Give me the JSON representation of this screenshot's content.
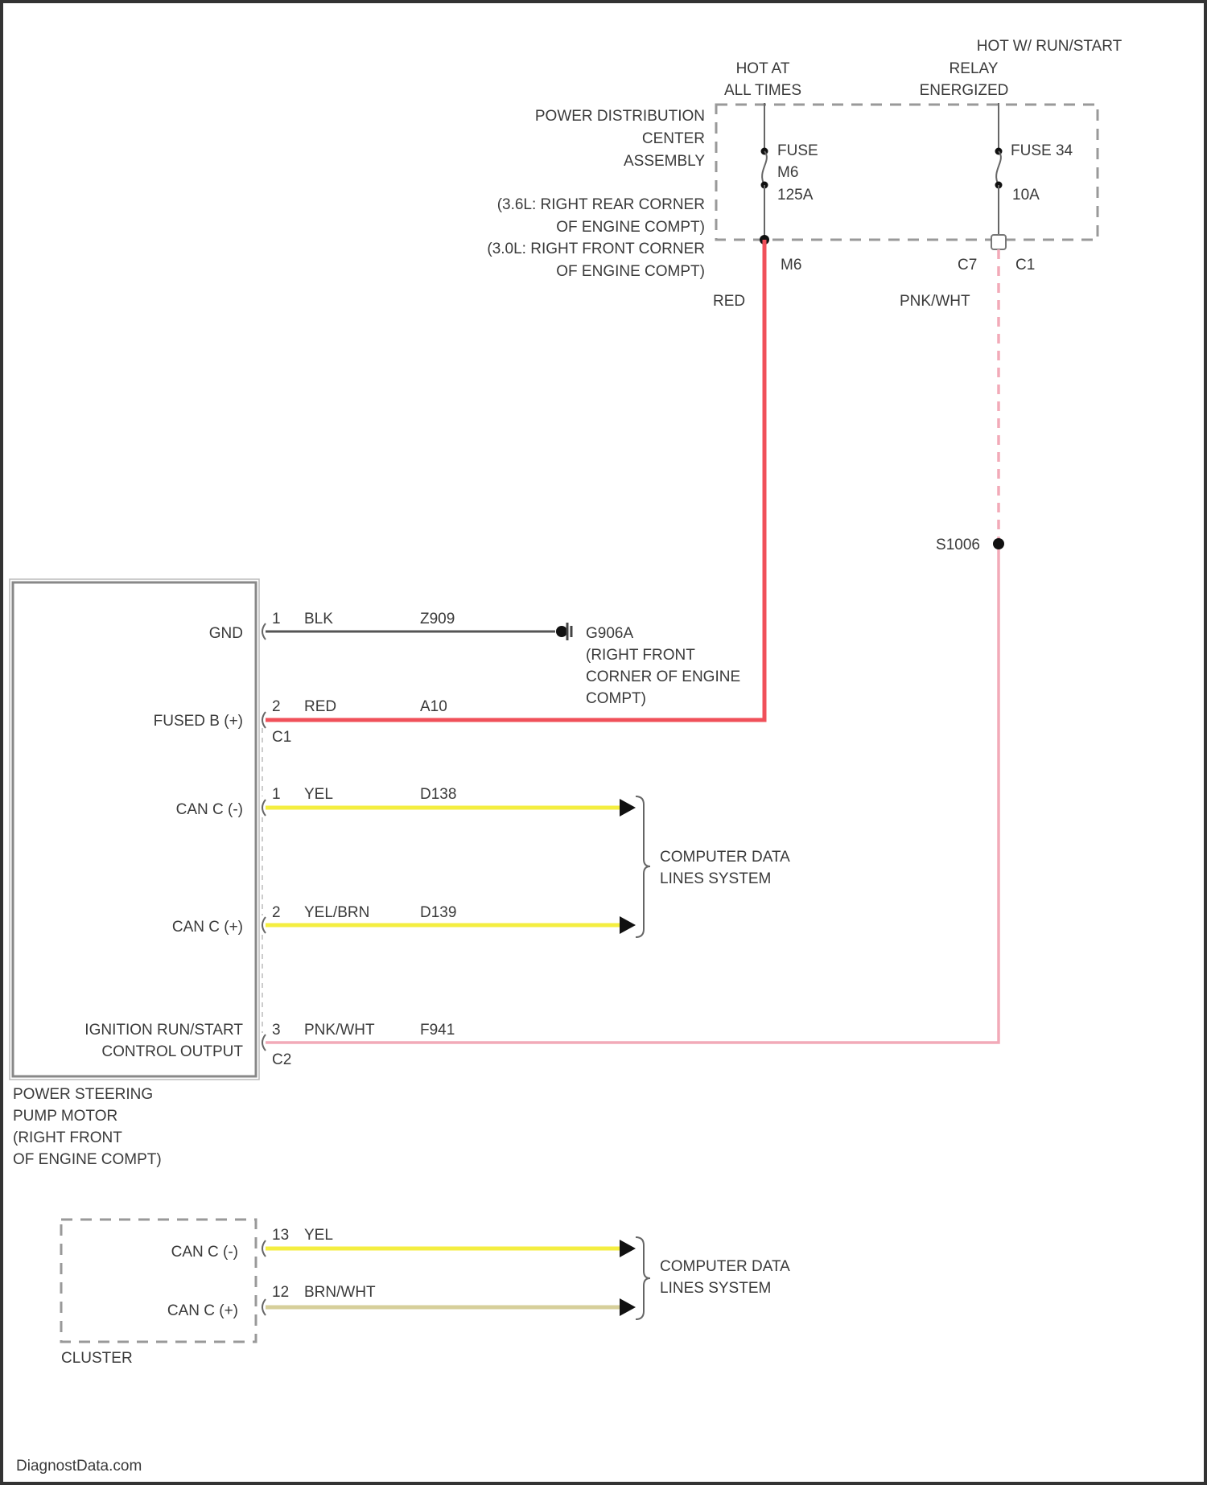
{
  "source_credit": "DiagnostData.com",
  "colors": {
    "red_wire": "#f0505a",
    "pink_wire": "#f2aab8",
    "black_wire": "#555555",
    "yellow_wire": "#f4ee40",
    "brown_white_wire": "#d6cf9a",
    "frame": "#333333"
  },
  "power_distribution": {
    "hot_at_all_times": [
      "HOT AT",
      "ALL TIMES"
    ],
    "hot_run_start": [
      "HOT W/ RUN/START",
      "RELAY",
      "ENERGIZED"
    ],
    "assembly_label": [
      "POWER DISTRIBUTION",
      "CENTER",
      "ASSEMBLY"
    ],
    "location_36": [
      "(3.6L: RIGHT REAR CORNER",
      "OF ENGINE COMPT)"
    ],
    "location_30": [
      "(3.0L: RIGHT FRONT CORNER",
      "OF ENGINE COMPT)"
    ],
    "fuse_a": [
      "FUSE",
      "M6",
      "125A"
    ],
    "fuse_b": [
      "FUSE 34",
      "10A"
    ],
    "connector_m6": "M6",
    "connector_c7": "C7",
    "connector_c1_top": "C1",
    "wire_red_label": "RED",
    "wire_pnk_label": "PNK/WHT"
  },
  "splice": "S1006",
  "ground": {
    "name": "G906A",
    "location": [
      "(RIGHT FRONT",
      "CORNER OF ENGINE",
      "COMPT)"
    ]
  },
  "pump_module": {
    "name": [
      "POWER STEERING",
      "PUMP MOTOR",
      "(RIGHT FRONT",
      "OF ENGINE COMPT)"
    ],
    "pins": [
      {
        "label": "GND",
        "pin": "1",
        "color": "BLK",
        "circuit": "Z909"
      },
      {
        "label": "FUSED B (+)",
        "pin": "2",
        "color": "RED",
        "circuit": "A10",
        "connector": "C1"
      },
      {
        "label": "CAN C (-)",
        "pin": "1",
        "color": "YEL",
        "circuit": "D138"
      },
      {
        "label": "CAN C (+)",
        "pin": "2",
        "color": "YEL/BRN",
        "circuit": "D139"
      },
      {
        "label": [
          "IGNITION RUN/START",
          "CONTROL OUTPUT"
        ],
        "pin": "3",
        "color": "PNK/WHT",
        "circuit": "F941",
        "connector": "C2"
      }
    ]
  },
  "data_lines_label": [
    "COMPUTER DATA",
    "LINES SYSTEM"
  ],
  "cluster": {
    "name": "CLUSTER",
    "pins": [
      {
        "label": "CAN C (-)",
        "pin": "13",
        "color": "YEL"
      },
      {
        "label": "CAN C (+)",
        "pin": "12",
        "color": "BRN/WHT"
      }
    ]
  }
}
